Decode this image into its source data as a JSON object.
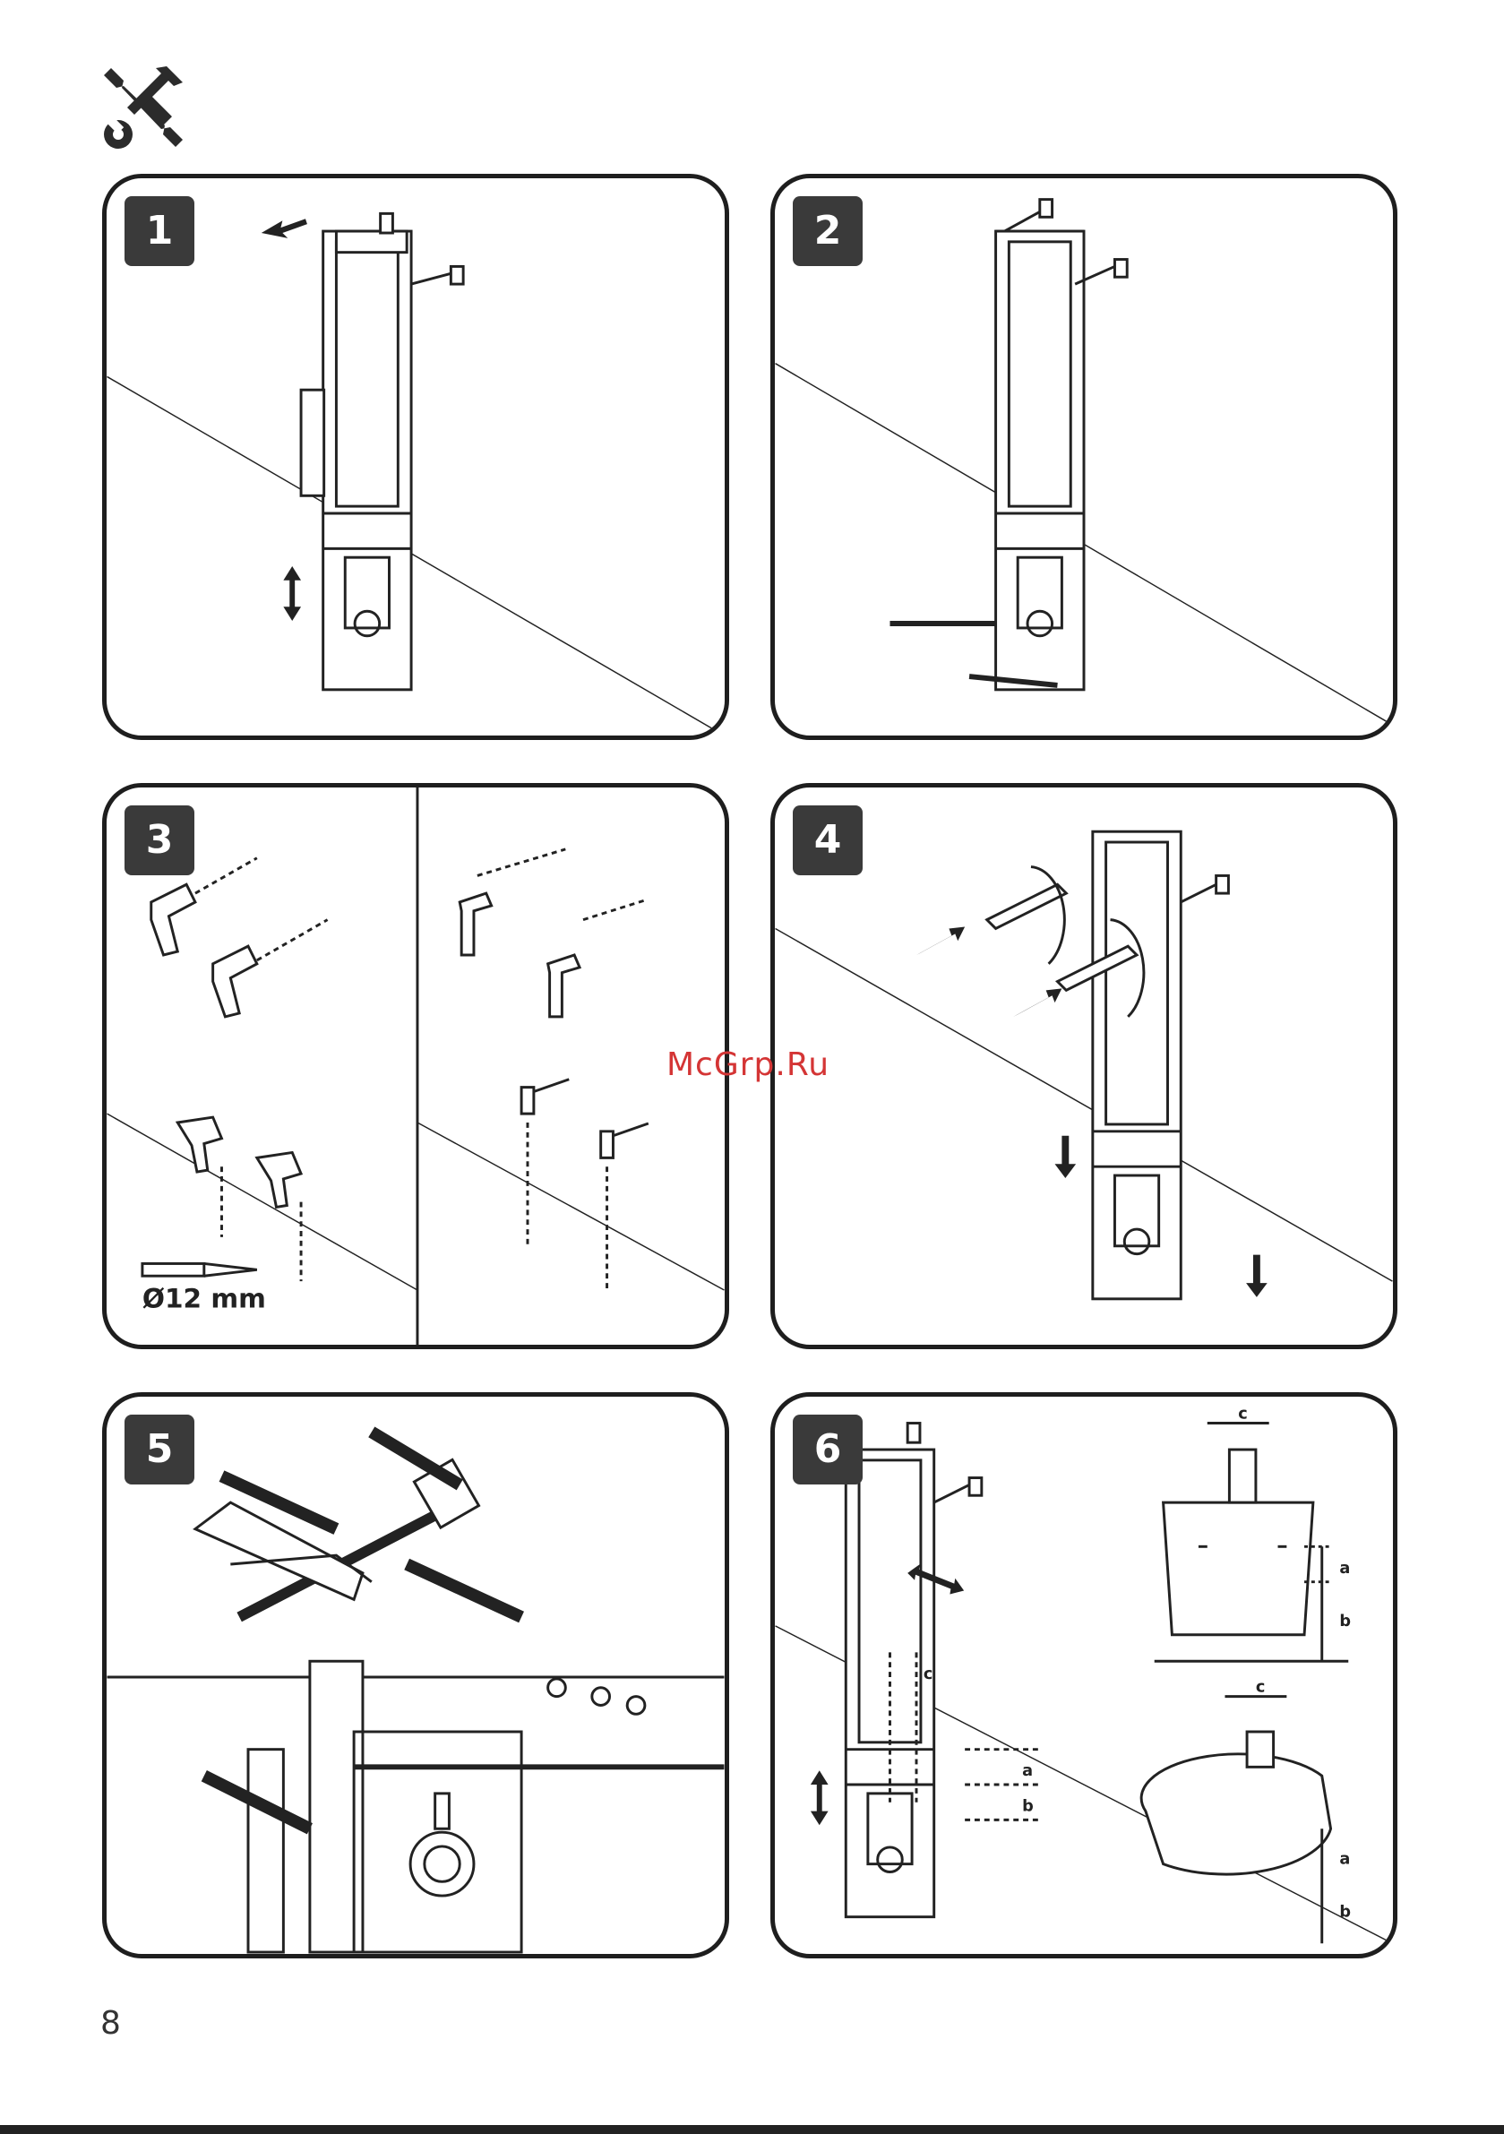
{
  "panels": [
    {
      "number": "1"
    },
    {
      "number": "2"
    },
    {
      "number": "3"
    },
    {
      "number": "4"
    },
    {
      "number": "5"
    },
    {
      "number": "6"
    }
  ],
  "step3": {
    "drill_size": "Ø12 mm"
  },
  "step6": {
    "label_a": "a",
    "label_b": "b",
    "label_c": "c"
  },
  "watermark": "McGrp.Ru",
  "page_number": "8"
}
